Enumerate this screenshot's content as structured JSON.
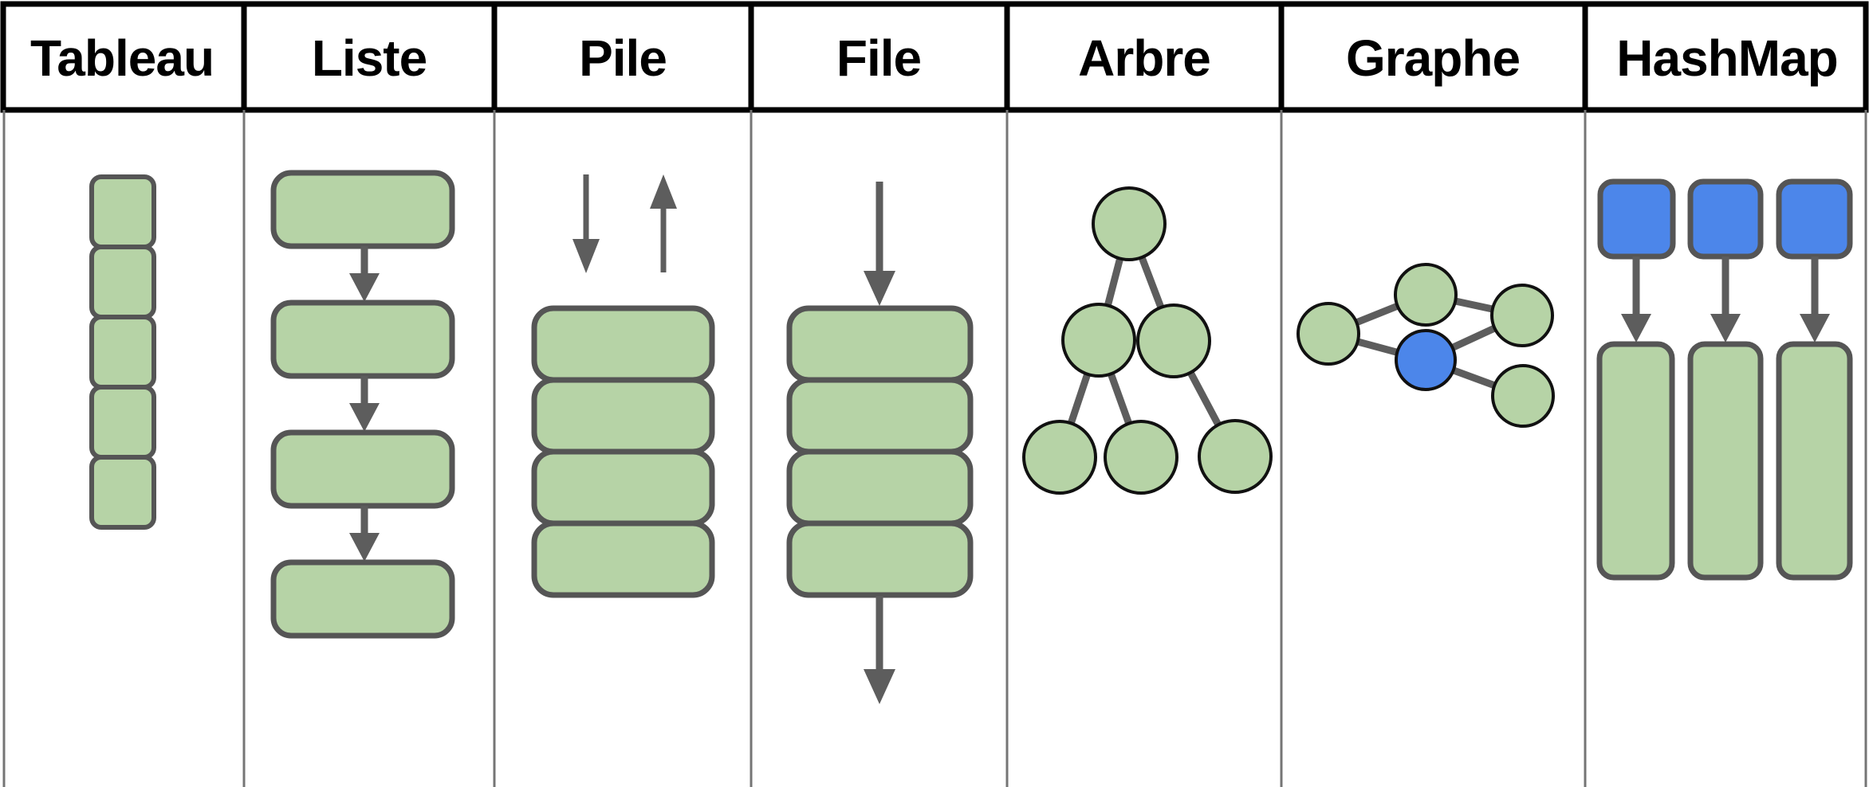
{
  "table": {
    "columns": [
      {
        "id": "tableau",
        "label": "Tableau"
      },
      {
        "id": "liste",
        "label": "Liste"
      },
      {
        "id": "pile",
        "label": "Pile"
      },
      {
        "id": "file",
        "label": "File"
      },
      {
        "id": "arbre",
        "label": "Arbre"
      },
      {
        "id": "graphe",
        "label": "Graphe"
      },
      {
        "id": "hashmap",
        "label": "HashMap"
      }
    ]
  },
  "diagrams": {
    "tableau": {
      "type": "array",
      "cells": 5
    },
    "liste": {
      "type": "linked-list",
      "nodes": 4,
      "links": 3,
      "link_direction": "down"
    },
    "pile": {
      "type": "stack",
      "cells": 4,
      "push_arrow": "down",
      "pop_arrow": "up"
    },
    "file": {
      "type": "queue",
      "cells": 4,
      "enqueue_arrow": "top-down",
      "dequeue_arrow": "bottom-down"
    },
    "arbre": {
      "type": "tree",
      "nodes": 6,
      "levels": 3,
      "edges": 5
    },
    "graphe": {
      "type": "graph",
      "nodes": 5,
      "blue_nodes": 1,
      "green_nodes": 4,
      "edges": 5
    },
    "hashmap": {
      "type": "hash-map",
      "buckets": 3,
      "keys": 3,
      "value_slots": 3
    }
  },
  "colors": {
    "background": "#ffffff",
    "header_border": "#000000",
    "grid_line": "#757575",
    "node_fill_green": "#b6d3a6",
    "key_fill_blue": "#4c86ea",
    "shape_outline": "#555555",
    "circle_outline": "#111111",
    "connector": "#5d5d5d"
  }
}
